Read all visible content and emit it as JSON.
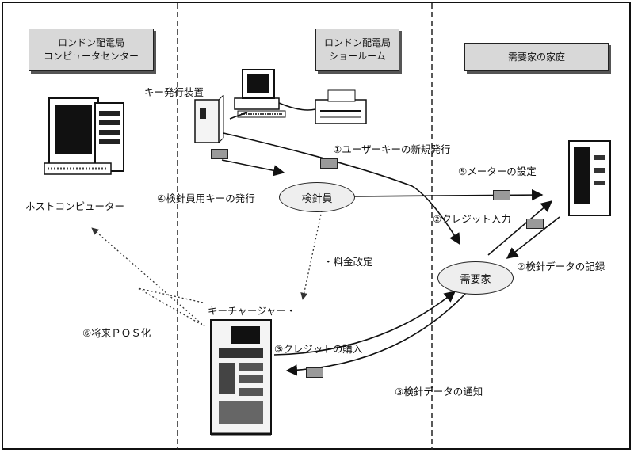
{
  "headers": {
    "computer_center": [
      "ロンドン配電局",
      "コンピュータセンター"
    ],
    "showroom": [
      "ロンドン配電局",
      "ショールーム"
    ],
    "home": "需要家の家庭"
  },
  "labels": {
    "key_issuer": "キー発行装置",
    "host_computer": "ホストコンピューター",
    "new_user_key": "①ユーザーキーの新規発行",
    "credit_input": "②クレジット入力",
    "meter_data_record": "②検針データの記録",
    "credit_purchase": "③クレジットの購入",
    "meter_data_notice": "③検針データの通知",
    "reader_key_issue": "④検針員用キーの発行",
    "meter_setting": "⑤メーターの設定",
    "future_pos": "⑥将来ＰＯＳ化",
    "rate_change": "・料金改定",
    "key_charger": "キーチャージャー・"
  },
  "nodes": {
    "meter_reader": "検針員",
    "customer": "需要家"
  }
}
